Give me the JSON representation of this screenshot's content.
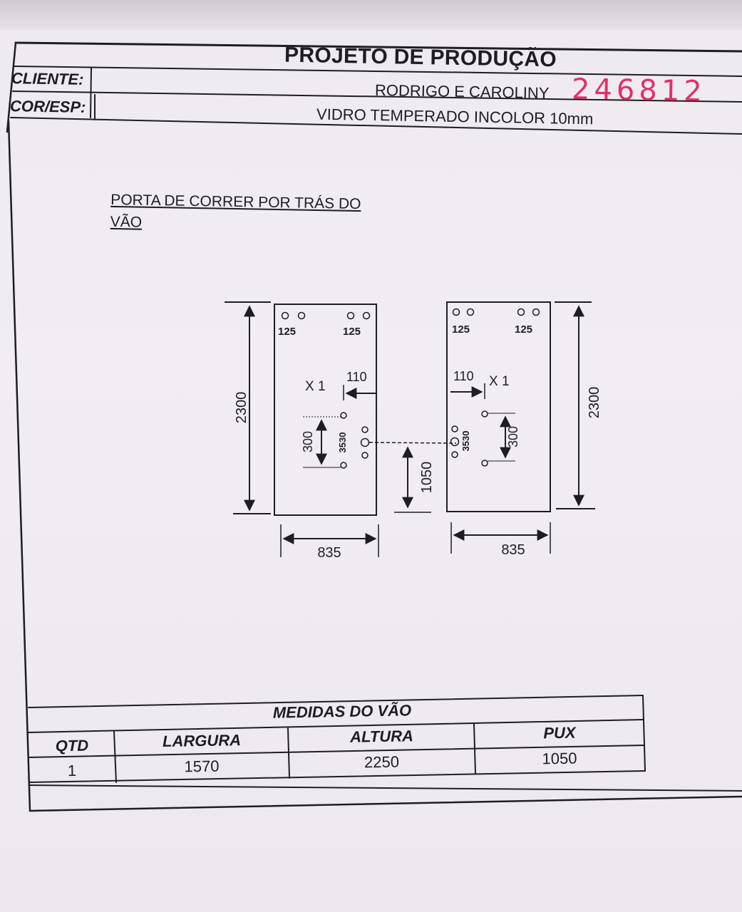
{
  "header": {
    "title": "PROJETO DE PRODUÇÃO",
    "cliente_label": "CLIENTE:",
    "cliente_value": "RODRIGO E CAROLINY",
    "cor_label": "COR/ESP:",
    "cor_value": "VIDRO TEMPERADO INCOLOR 10mm",
    "handwritten_number": "246812"
  },
  "project": {
    "heading_line1": "PORTA DE CORRER POR TRÁS DO",
    "heading_line2": "VÃO"
  },
  "drawing": {
    "left_panel": {
      "height": "2300",
      "width": "835",
      "hole_top_left": "125",
      "hole_top_right": "125",
      "qty": "X 1",
      "edge_offset": "110",
      "handle_spacing": "300",
      "handle_code": "3530"
    },
    "right_panel": {
      "height": "2300",
      "width": "835",
      "hole_top_left": "125",
      "hole_top_right": "125",
      "qty": "X 1",
      "edge_offset": "110",
      "handle_spacing": "300",
      "handle_code": "3530"
    },
    "pux_height": "1050"
  },
  "measures": {
    "title": "MEDIDAS DO VÃO",
    "headers": {
      "qtd": "QTD",
      "largura": "LARGURA",
      "altura": "ALTURA",
      "pux": "PUX"
    },
    "row": {
      "qtd": "1",
      "largura": "1570",
      "altura": "2250",
      "pux": "1050"
    }
  }
}
